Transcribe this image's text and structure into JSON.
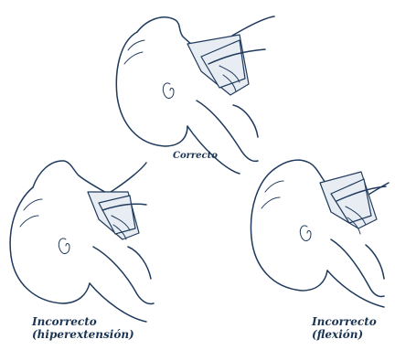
{
  "labels": {
    "correct": "Correcto",
    "hyperextension_title": "Incorrecto",
    "hyperextension_detail": "(hiperextensión)",
    "flexion_title": "Incorrecto",
    "flexion_detail": "(flexión)"
  },
  "colors": {
    "ink": "#1f3a5c",
    "text": "#1c3553",
    "mask": "#e8edf3",
    "background": "#ffffff"
  }
}
